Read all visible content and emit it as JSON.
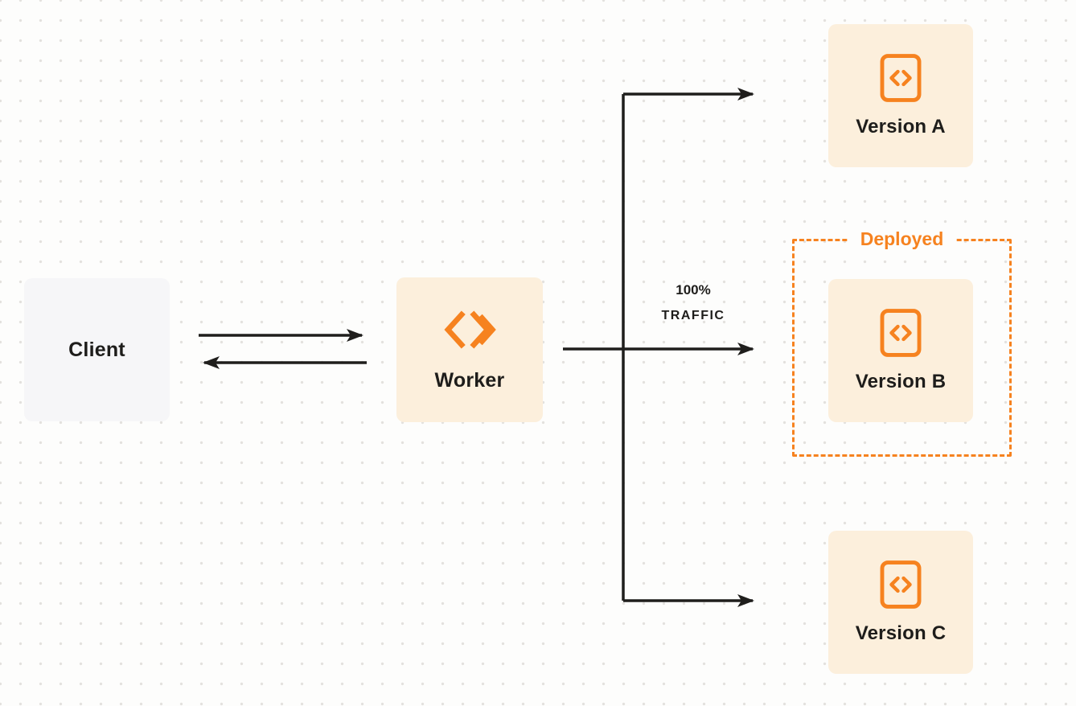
{
  "colors": {
    "page-bg": "#fdfdfc",
    "dot": "#e3e1de",
    "accent": "#F6821F",
    "node-cream": "#FCEFDC",
    "client-bg": "#F6F6F8",
    "line": "#1F1E1C",
    "text": "#1E1D1B"
  },
  "nodes": {
    "client": {
      "label": "Client"
    },
    "worker": {
      "label": "Worker"
    },
    "version_a": {
      "label": "Version A"
    },
    "version_b": {
      "label": "Version B"
    },
    "version_c": {
      "label": "Version C"
    }
  },
  "annotations": {
    "deployed": {
      "label": "Deployed"
    },
    "traffic": {
      "line1": "100%",
      "line2": "TRAFFIC"
    }
  },
  "icons": {
    "worker_logo": "workers-chevrons-icon",
    "version_icon": "code-file-icon"
  }
}
